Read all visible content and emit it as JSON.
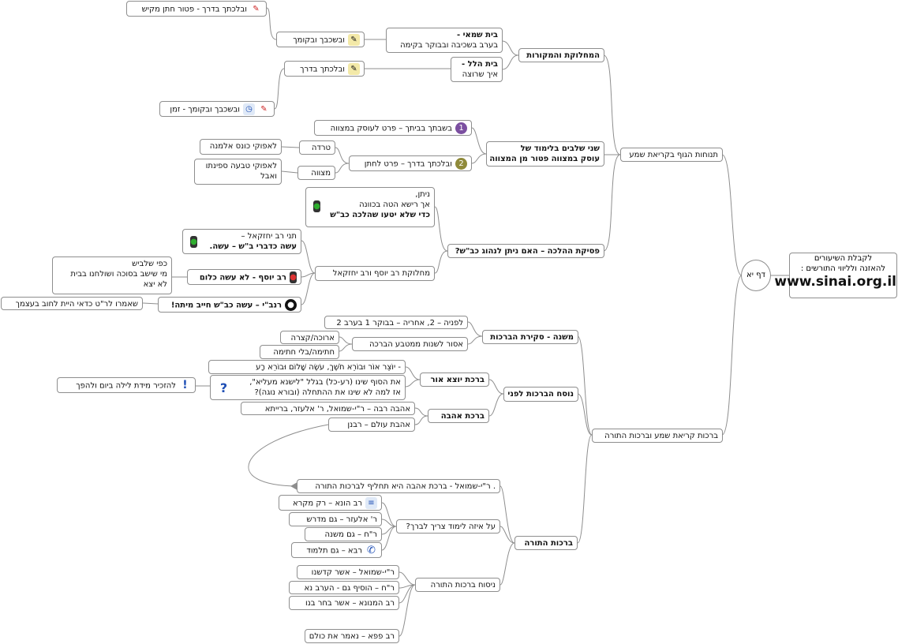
{
  "root": "דף יא",
  "site": {
    "line1": "לקבלת השיעורים",
    "line2": "להאזנה ולליווי התורשים :",
    "url": "www.sinai.org.il"
  },
  "branches": {
    "b1": "תנוחות הגוף בקריאת שמע",
    "b1_1": "המחלוקת והמקורות",
    "b1_1_a1": "בית שמאי -",
    "b1_1_a2": "בערב בשכיבה ובבוקר בקימה",
    "b1_1_a_c1": "ובלכתך בדרך - פטור חתן מקיש",
    "b1_1_a_c2": "ובשכבך ובקומך",
    "b1_1_b1": "בית הלל -",
    "b1_1_b2": "איך שרוצה",
    "b1_1_b_c1": "ובלכתך בדרך",
    "b1_1_b_c2": "ובשכבך ובקומך - זמן",
    "b1_2a": "שני שלבים בלימוד של",
    "b1_2b": "עוסק במצווה פטור מן המצווה",
    "b1_2_c1": "בשבתך בביתך – פרט לעוסק במצווה",
    "b1_2_c2": "ובלכתך בדרך – פרט לחתן",
    "b1_2_d1": "טרדה",
    "b1_2_d1_x": "לאפוקי כונס אלמנה",
    "b1_2_d2": "מצווה",
    "b1_2_d2_x1": "לאפוקי טבעה ספינתו",
    "b1_2_d2_x2": "ואבל",
    "b1_3": "פסיקת ההלכה – האם ניתן לנהוג כב\"ש?",
    "b1_3_a1": "ניתן,",
    "b1_3_a2": "אך רישא הטה בכוונה",
    "b1_3_a3": "כדי שלא יטעו שהלכה כב\"ש",
    "b1_3_b": "מחלוקת רב יוסף ורב יחזקאל",
    "b1_3_b1a": "תני רב יחזקאל –",
    "b1_3_b1b": "עשה כדברי ב\"ש – עשה.",
    "b1_3_b2": "רב יוסף - לא עשה כלום",
    "b1_3_b2_x1": "כפי שלביש",
    "b1_3_b2_x2": "מי שישב בסוכה ושולחנו בבית",
    "b1_3_b2_x3": "לא יצא",
    "b1_3_b3": "רנב\"י – עשה כב\"ש חייב מיתה!",
    "b1_3_b3_x": "שאמרו לר\"ט כדאי היית לחוב בעצמך",
    "b2": "ברכות קריאת שמע וברכות התורה",
    "b2_1": "משנה - סקירת הברכות",
    "b2_1_a": "לפניה – 2, אחריה – בבוקר 1 בערב 2",
    "b2_1_b": "אסור לשנות ממטבע הברכה",
    "b2_1_b1": "ארוכה/קצרה",
    "b2_1_b2": "חתימה/בלי חתימה",
    "b2_2": "נוסח הברכות לפני",
    "b2_2_a": "ברכת יוצא אור",
    "b2_2_a1": "- יוֹצֵר אוֹר וּבוֹרֵא חֹשֶׁךְ, עֹשֶׂה שָׁלוֹם וּבוֹרֵא רָע",
    "b2_2_a2a": "את הסוף שינו (רע-כל) בגלל \"לישנא מעליא\",",
    "b2_2_a2b": "אז למה לא שינו את ההתחלה (ובורא נוגה)?",
    "b2_2_a2_x": "להזכיר מידת לילה ביום ולהפך",
    "b2_2_b": "ברכת אהבה",
    "b2_2_b1": "אהבה רבה – ר\"י-שמואל, ר' אלעזר, ברייתא",
    "b2_2_b2": "אהבת עולם – רבנן",
    "b2_3": "ברכות התורה",
    "b2_3_a": ". ר\"י-שמואל - ברכת אהבה היא תחליף לברכות התורה",
    "b2_3_b": "על איזה לימוד צריך לברך?",
    "b2_3_b1": "רב הונא – רק מקרא",
    "b2_3_b2": "ר' אלעזר – גם מדרש",
    "b2_3_b3": "ר\"ח – גם משנה",
    "b2_3_b4": "רבא – גם תלמוד",
    "b2_3_c": "ניסוח ברכות התורה",
    "b2_3_c1": "ר\"י-שמואל – אשר קדשנו",
    "b2_3_c2": "ר\"ח – הוסיף גם - הערב נא",
    "b2_3_c3": "רב המנונא – אשר בחר בנו",
    "b2_3_c4": "רב פפא – נאמר את כולם"
  },
  "icons": {
    "pencil": "pencil-icon",
    "memo": "memo-icon",
    "one": "number-one-icon",
    "two": "number-two-icon",
    "traffic": "traffic-light-icon",
    "bomb": "bomb-icon",
    "question": "question-icon",
    "excl": "exclamation-icon",
    "list": "list-icon",
    "phone": "phone-icon"
  },
  "colors": {
    "line": "#8e8e8e",
    "pencil": "#cc2222",
    "green": "#2fae2f",
    "red": "#d33",
    "blue": "#1f4fb5"
  }
}
